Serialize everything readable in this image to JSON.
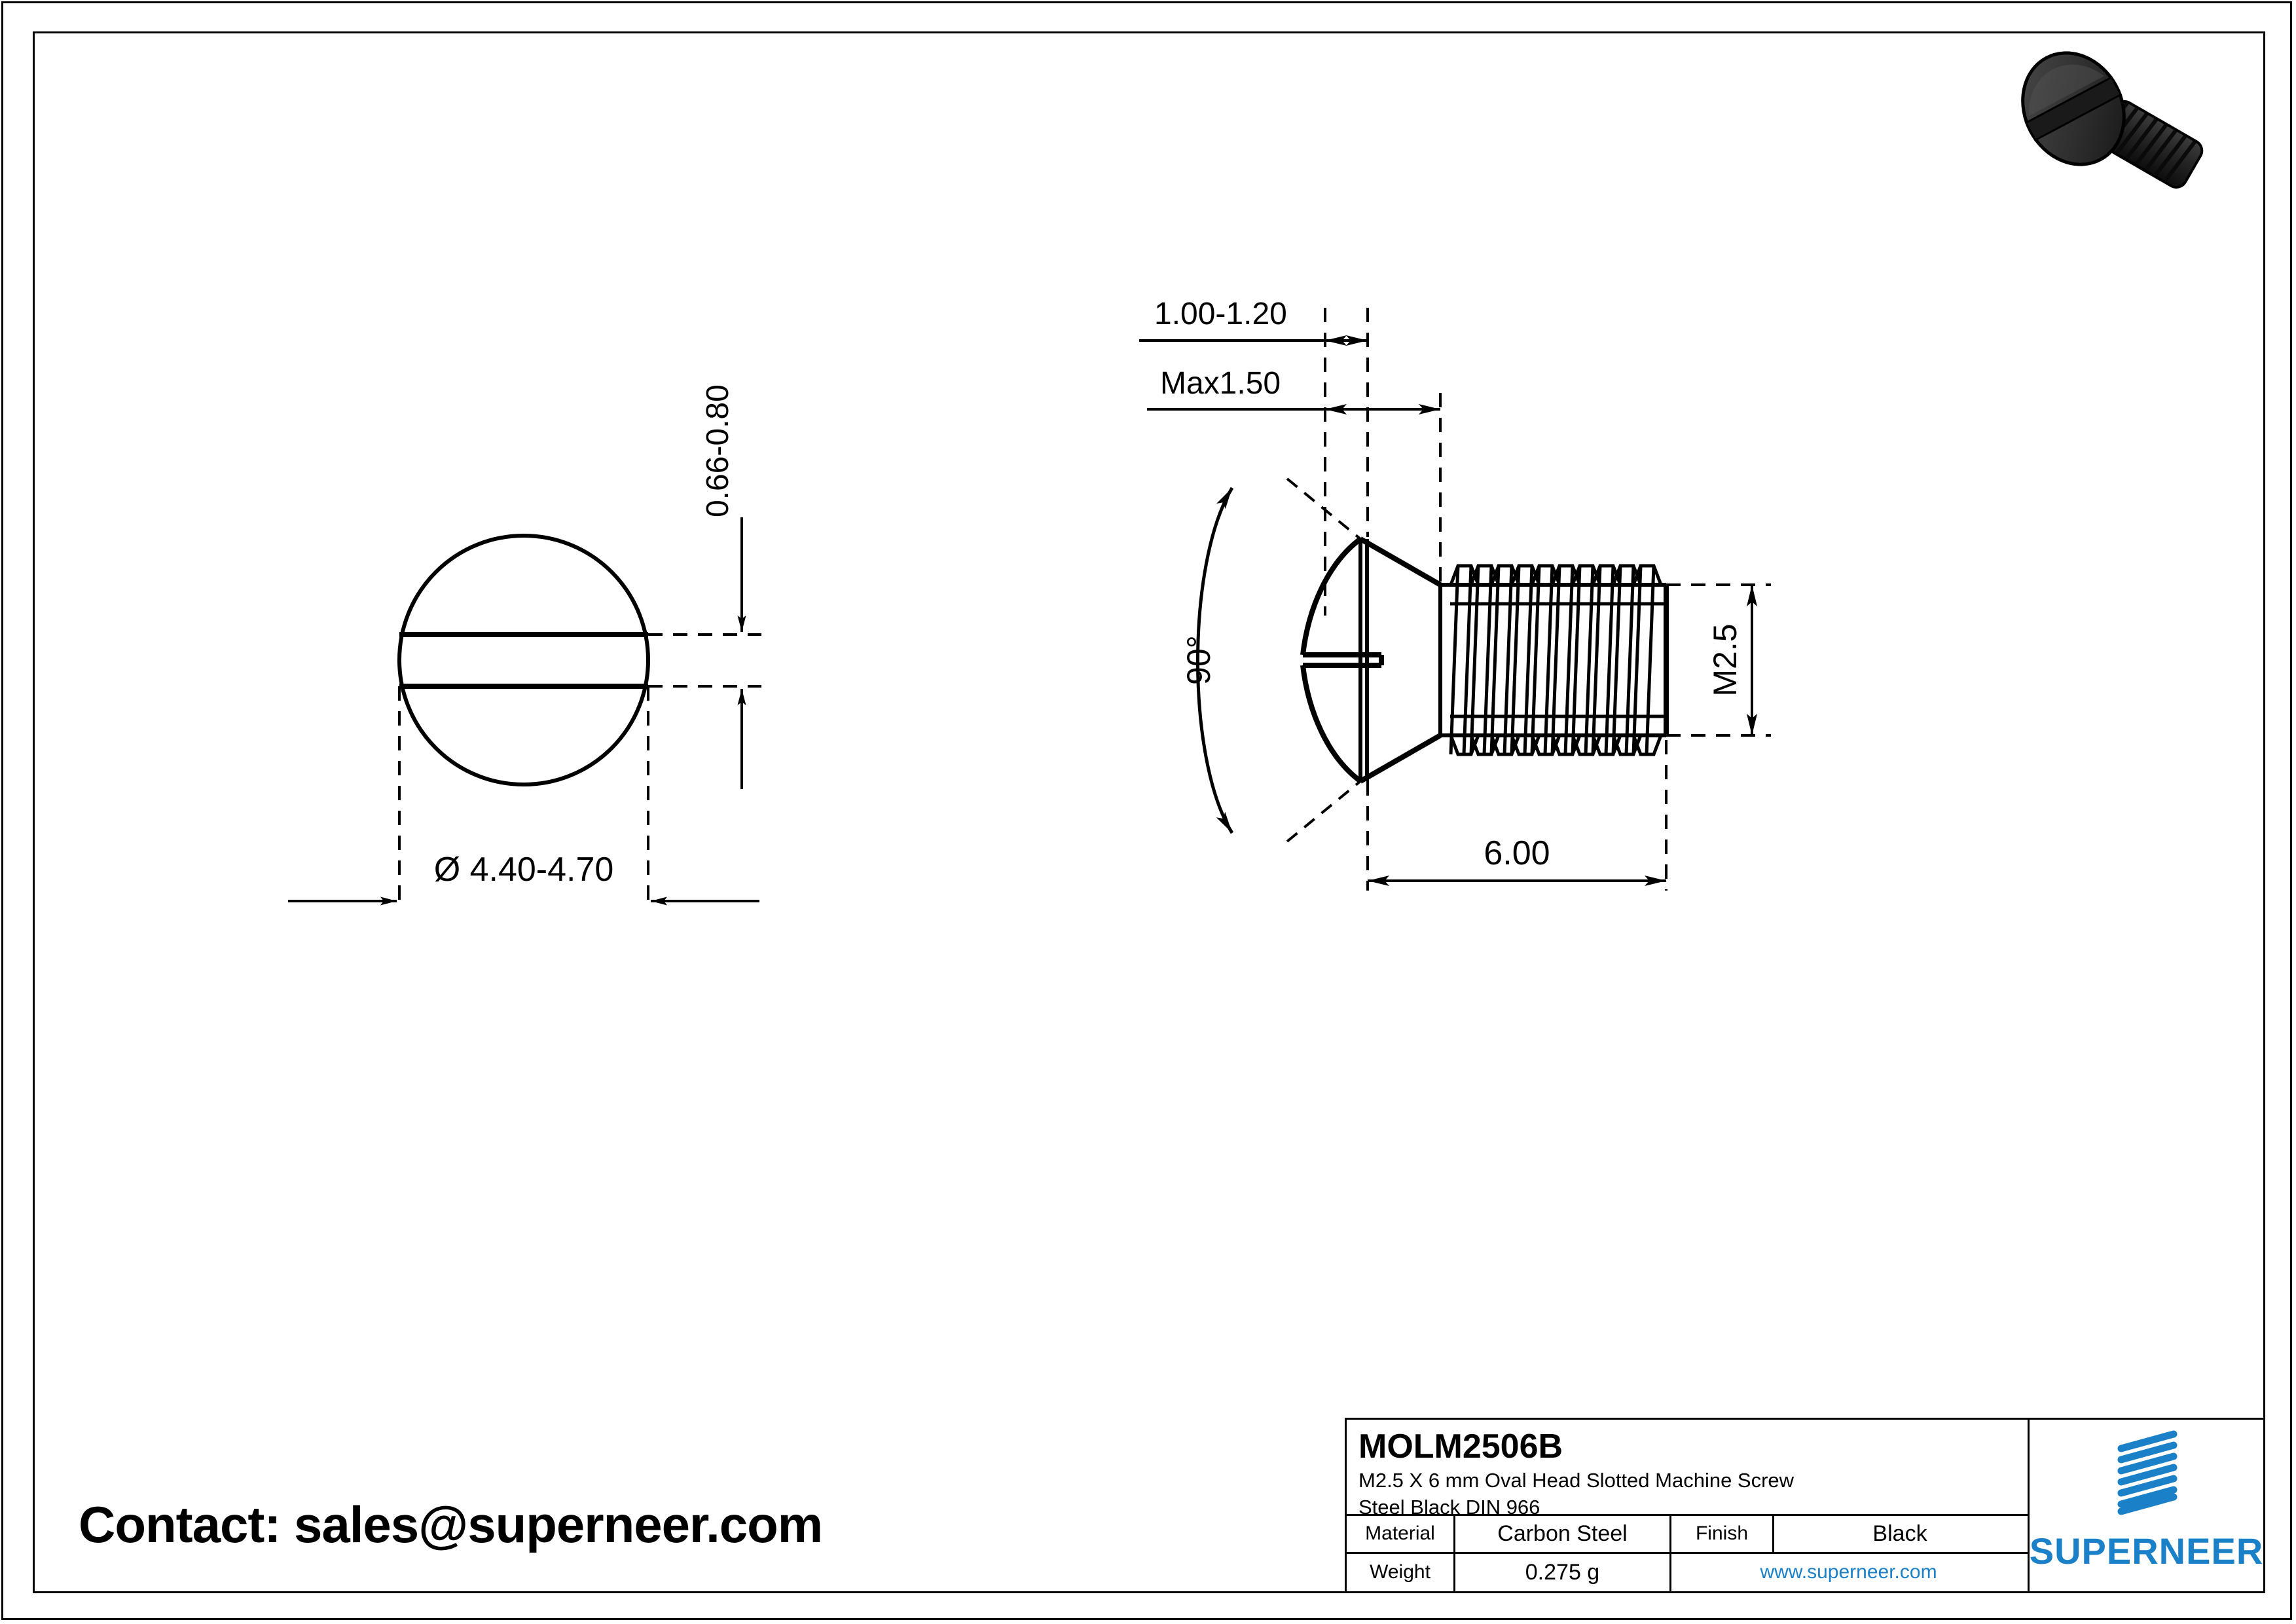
{
  "sheet": {
    "contact_text": "Contact: sales@superneer.com"
  },
  "title_block": {
    "part_number": "MOLM2506B",
    "description_line1": "M2.5 X 6 mm  Oval Head Slotted Machine Screw",
    "description_line2": "Steel Black DIN 966",
    "material_label": "Material",
    "material_value": "Carbon Steel",
    "finish_label": "Finish",
    "finish_value": "Black",
    "weight_label": "Weight",
    "weight_value": "0.275 g",
    "website": "www.superneer.com",
    "brand_name": "SUPERNEER",
    "brand_color": "#1a80c8"
  },
  "views": {
    "top_view": {
      "name": "head-top-view",
      "diameter_dimension": "Ø 4.40-4.70",
      "slot_width_dimension": "0.66-0.80"
    },
    "side_view": {
      "name": "screw-side-view",
      "slot_depth_dimension": "1.00-1.20",
      "head_height_dimension": "Max1.50",
      "head_angle_dimension": "90°",
      "thread_size_dimension": "M2.5",
      "length_dimension": "6.00"
    }
  },
  "render": {
    "name": "screw-3d-render",
    "alt": "black oval head slotted machine screw isometric view"
  }
}
